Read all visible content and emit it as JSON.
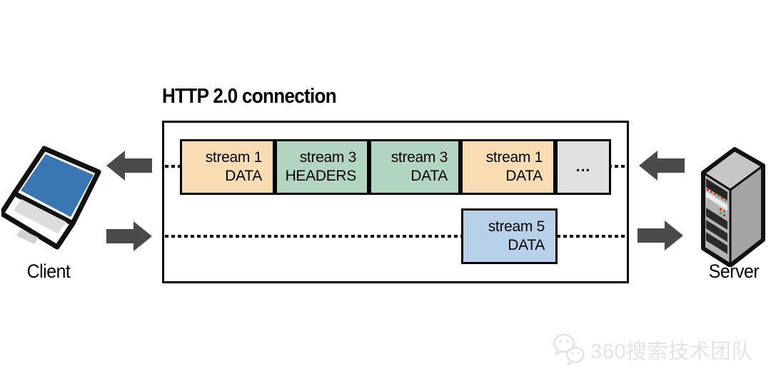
{
  "title": "HTTP 2.0 connection",
  "client": {
    "label": "Client"
  },
  "server": {
    "label": "Server"
  },
  "connection": {
    "row1_frames": [
      {
        "line1": "stream 1",
        "line2": "DATA"
      },
      {
        "line1": "stream 3",
        "line2": "HEADERS"
      },
      {
        "line1": "stream 3",
        "line2": "DATA"
      },
      {
        "line1": "stream 1",
        "line2": "DATA"
      },
      {
        "line1": "..."
      }
    ],
    "row2_frames": [
      {
        "line1": "stream 5",
        "line2": "DATA"
      }
    ]
  },
  "watermark": {
    "text": "360搜索技术团队"
  },
  "colors": {
    "frame_tan": "#f8dcb2",
    "frame_green": "#b2d5c1",
    "frame_gray": "#e0e0e0",
    "frame_blue": "#b7d1e8",
    "arrow_gray": "#4a4a4a",
    "laptop_screen_blue": "#3a76b4",
    "watermark_gray": "#e4e4e4"
  }
}
